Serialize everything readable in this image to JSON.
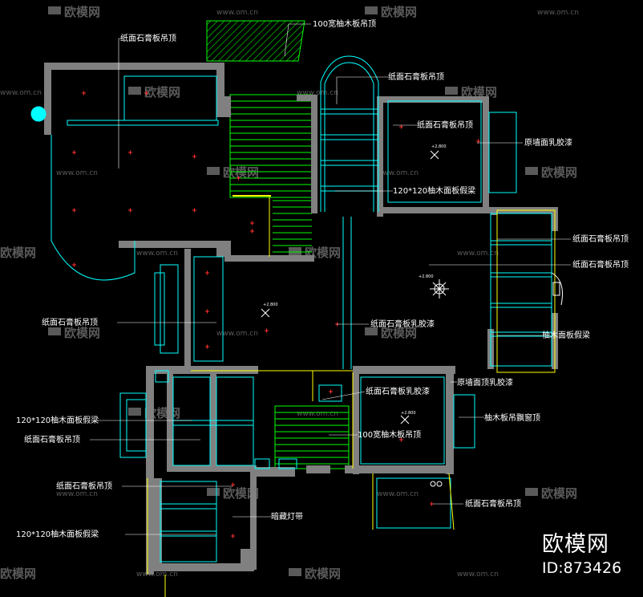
{
  "watermark": {
    "brand": "欧模网",
    "url": "www.om.cn"
  },
  "corner_brand": {
    "name": "欧模网",
    "id": "ID:873426"
  },
  "labels": {
    "strip_top": "100宽柚木板吊顶",
    "ceiling_left_top": "纸面石膏板吊顶",
    "ceiling_mid_top": "纸面石膏板吊顶",
    "ceiling_right_room": "纸面石膏板吊顶",
    "wall_paint": "原墙面乳胶漆",
    "beam_mid": "120*120柚木面板假梁",
    "ceiling_right_1": "纸面石膏板吊顶",
    "ceiling_right_2": "纸面石膏板吊顶",
    "ceiling_left_mid": "纸面石膏板吊顶",
    "ceiling_center": "纸面石膏板乳胶漆",
    "beam_right": "柚木面板假梁",
    "ceiling_lower_mid": "纸面石膏板乳胶漆",
    "wall_top_paint": "原墙面顶乳胶漆",
    "beam_left_1": "120*120柚木面板假梁",
    "window_top": "柚木板吊飘窗顶",
    "ceiling_left_low": "纸面石膏板吊顶",
    "strip_low": "100宽柚木板吊顶",
    "ceiling_left_bottom": "纸面石膏板吊顶",
    "ceiling_right_bottom": "纸面石膏板吊顶",
    "hidden_light": "暗藏灯带",
    "beam_left_2": "120*120柚木面板假梁"
  },
  "levels": [
    "+2.800",
    "+2.800",
    "+2.800",
    "+2.800"
  ],
  "colors": {
    "wall": "#808080",
    "cyan": "#00ffff",
    "green": "#00ff00",
    "yellow": "#ffff00",
    "red": "#ff3030",
    "white": "#ffffff"
  }
}
